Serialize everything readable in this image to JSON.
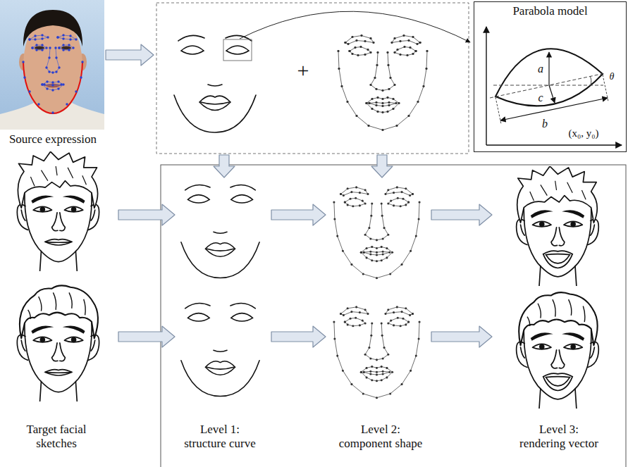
{
  "diagram": {
    "nodes": [
      {
        "text": [
          "Parabola model"
        ]
      }
    ],
    "labels": [
      "Source expression",
      "+",
      "a",
      "b",
      "c",
      "θ",
      "(x₀, y₀)",
      "Target facial sketches",
      "Level 1: structure curve",
      "Level 2: component shape",
      "Level 3: rendering vector"
    ]
  }
}
